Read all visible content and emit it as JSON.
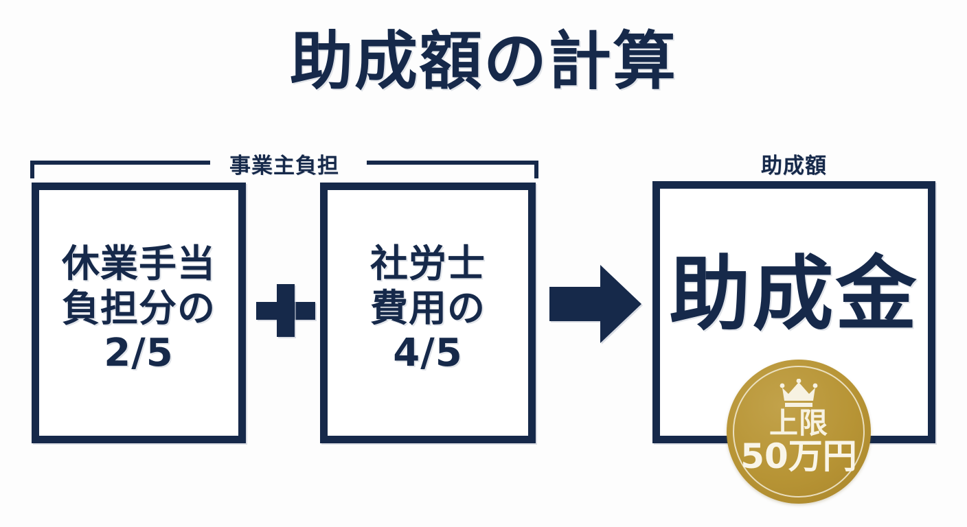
{
  "title": "助成額の計算",
  "colors": {
    "navy": "#16294a",
    "gold": "#b79435",
    "cream": "#f7f2e2",
    "background": "#fdfdfd"
  },
  "left_group": {
    "bracket_label": "事業主負担",
    "boxes": [
      {
        "line1": "休業手当",
        "line2": "負担分の",
        "fraction": "2/5"
      },
      {
        "line1": "社労士",
        "line2": "費用の",
        "fraction": "4/5"
      }
    ],
    "operator": "+"
  },
  "arrow": {
    "icon": "right-arrow-icon"
  },
  "right_group": {
    "label": "助成額",
    "box_text": "助成金",
    "badge": {
      "crown_icon": "crown-icon",
      "top_text": "上限",
      "main_text": "50万円"
    }
  }
}
